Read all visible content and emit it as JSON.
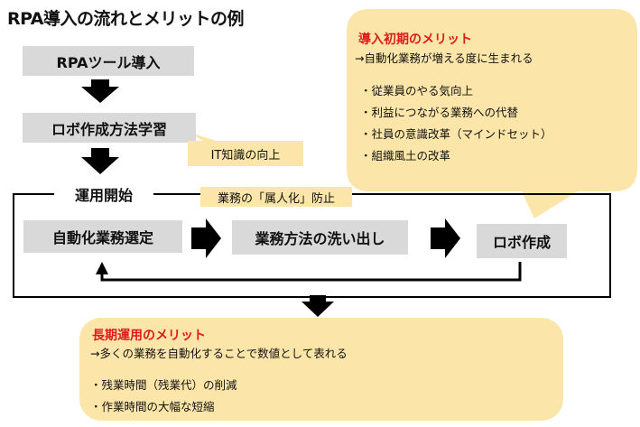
{
  "title": "RPA導入の流れとメリットの例",
  "flow": {
    "step1": "RPAツール導入",
    "step2": "ロボ作成方法学習",
    "operation_start": "運用開始",
    "cycle": [
      "自動化業務選定",
      "業務方法の洗い出し",
      "ロボ作成"
    ]
  },
  "notes": {
    "it_knowledge": "IT知識の向上",
    "anti_personalization": "業務の「属人化」防止"
  },
  "early_merits": {
    "title": "導入初期のメリット",
    "subtitle": "→自動化業務が増える度に生まれる",
    "items": [
      "・従業員のやる気向上",
      "・利益につながる業務への代替",
      "・社員の意識改革（マインドセット）",
      "・組織風土の改革"
    ]
  },
  "long_term_merits": {
    "title": "長期運用のメリット",
    "subtitle": "→多くの業務を自動化することで数値として表れる",
    "items": [
      "・残業時間（残業代）の削減",
      "・作業時間の大幅な短縮"
    ]
  },
  "colors": {
    "gray_box": "#d9d9d9",
    "callout": "#fbe5a8",
    "accent_red": "#e01a1a"
  }
}
